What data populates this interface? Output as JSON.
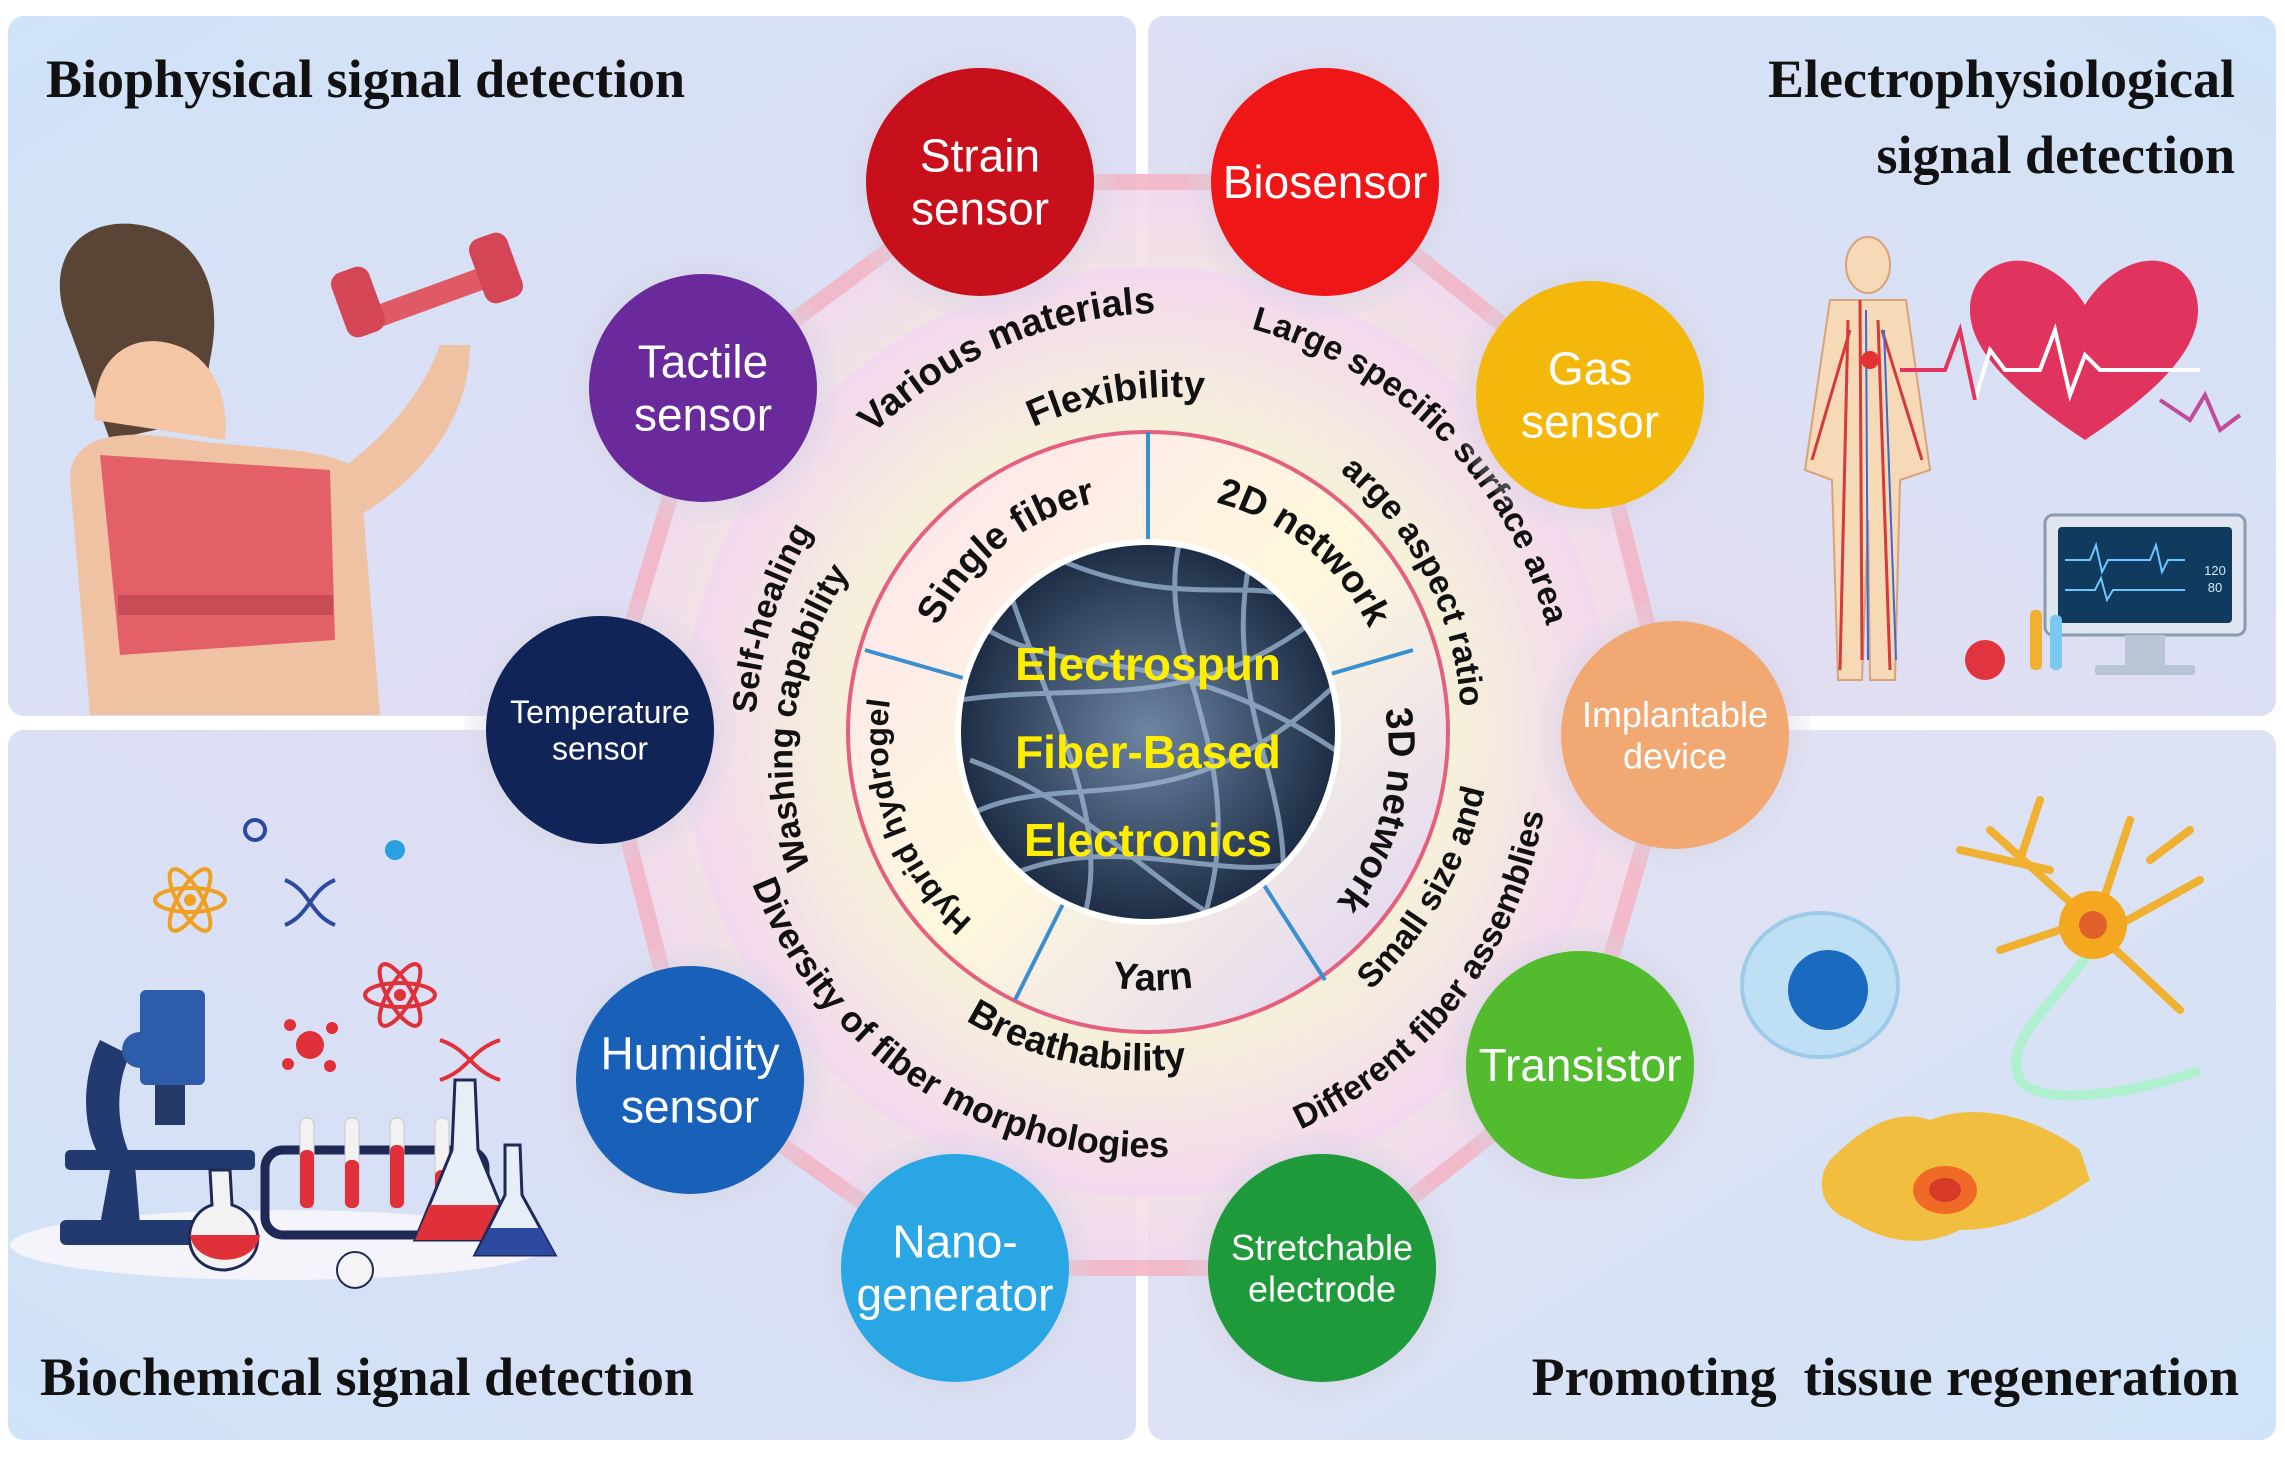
{
  "quadrants": {
    "top_left": "Biophysical signal detection",
    "top_right_line1": "Electrophysiological",
    "top_right_line2": "signal detection",
    "bottom_left": "Biochemical signal detection",
    "bottom_right": "Promoting  tissue regeneration"
  },
  "center": {
    "line1": "Electrospun",
    "line2": "Fiber-Based",
    "line3": "Electronics"
  },
  "inner_ring": {
    "single_fiber": "Single fiber",
    "network_2d": "2D network",
    "network_3d": "3D network",
    "yarn": "Yarn",
    "hybrid_hydrogel": "Hybrid hydrogel"
  },
  "middle_ring": {
    "flexibility": "Flexibility",
    "breathability": "Breathability"
  },
  "outer_ring": {
    "various_materials": "Various materials",
    "large_specific": "Large specific surface area",
    "aspect_ratio": "large aspect ratio",
    "small_size": "Small size and",
    "fiber_assemblies": "Different fiber assemblies",
    "morphologies": "Diversity of fiber morphologies",
    "washing": "Washing capability",
    "self_healing": "Self-healing"
  },
  "devices": [
    {
      "id": "strain",
      "line1": "Strain",
      "line2": "sensor",
      "color": "#c8101c"
    },
    {
      "id": "biosensor",
      "line1": "Biosensor",
      "line2": "",
      "color": "#ee1616"
    },
    {
      "id": "gas",
      "line1": "Gas",
      "line2": "sensor",
      "color": "#f4b80c"
    },
    {
      "id": "implantable",
      "line1": "Implantable",
      "line2": "device",
      "color": "#f2a872"
    },
    {
      "id": "transistor",
      "line1": "Transistor",
      "line2": "",
      "color": "#52bc2e"
    },
    {
      "id": "stretchable",
      "line1": "Stretchable",
      "line2": "electrode",
      "color": "#1e9a3a"
    },
    {
      "id": "nanogen",
      "line1": "Nano-",
      "line2": "generator",
      "color": "#2aa6e4"
    },
    {
      "id": "humidity",
      "line1": "Humidity",
      "line2": "sensor",
      "color": "#1860b8"
    },
    {
      "id": "temperature",
      "line1": "Temperature",
      "line2": "sensor",
      "color": "#102458"
    },
    {
      "id": "tactile",
      "line1": "Tactile",
      "line2": "sensor",
      "color": "#6a2a9c"
    }
  ],
  "monitor_readout": {
    "top": "120",
    "bottom": "80"
  },
  "colors": {
    "quad_bg": "#d5e6fa",
    "center_text": "#ffee00",
    "ring_line": "#e4607e",
    "spoke_line": "#3a8fd0"
  }
}
